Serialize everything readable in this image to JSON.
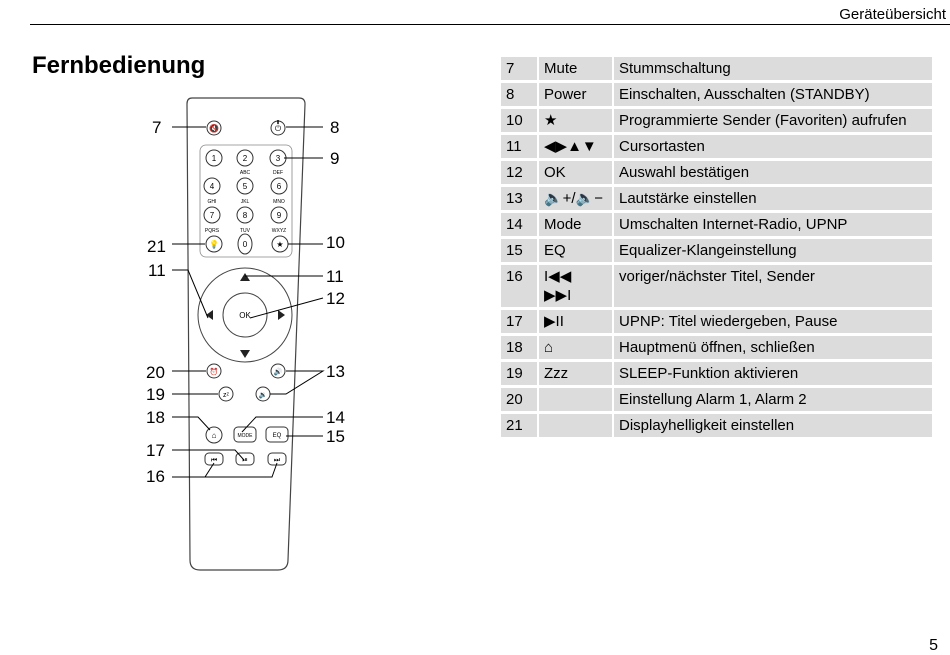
{
  "header": {
    "title": "Geräteübersicht"
  },
  "section": {
    "title": "Fernbedienung"
  },
  "page": {
    "number": "5"
  },
  "callouts": [
    "7",
    "8",
    "9",
    "21",
    "10",
    "11",
    "11",
    "12",
    "20",
    "13",
    "19",
    "18",
    "14",
    "17",
    "15",
    "16"
  ],
  "remote_labels": {
    "n1": "1",
    "n2": "2",
    "n3": "3",
    "n4": "4",
    "n5": "5",
    "n6": "6",
    "n7": "7",
    "n8": "8",
    "n9": "9",
    "n0": "0",
    "abc": "ABC",
    "def": "DEF",
    "ghi": "GHI",
    "jkl": "JKL",
    "mno": "MNO",
    "pqrs": "PQRS",
    "tuv": "TUV",
    "wxyz": "WXYZ",
    "ok": "OK",
    "mode": "MODE",
    "eq": "EQ"
  },
  "legend": [
    {
      "num": "7",
      "key": [
        "Mute"
      ],
      "desc": "Stummschaltung"
    },
    {
      "num": "8",
      "key": [
        "Power"
      ],
      "desc": "Einschalten, Ausschalten (STANDBY)"
    },
    {
      "num": "10",
      "key": [
        "★"
      ],
      "desc": "Programmierte Sender (Favoriten) aufrufen"
    },
    {
      "num": "11",
      "key": [
        "◀▶▲▼"
      ],
      "desc": "Cursortasten"
    },
    {
      "num": "12",
      "key": [
        "OK"
      ],
      "desc": "Auswahl bestätigen"
    },
    {
      "num": "13",
      "key": [
        "🔈+/🔈−"
      ],
      "desc": "Lautstärke einstellen"
    },
    {
      "num": "14",
      "key": [
        "Mode"
      ],
      "desc": "Umschalten Internet-Radio, UPNP"
    },
    {
      "num": "15",
      "key": [
        "EQ"
      ],
      "desc": "Equalizer-Klangeinstellung"
    },
    {
      "num": "16",
      "key": [
        "I◀◀",
        "▶▶I"
      ],
      "desc": "voriger/nächster Titel, Sender"
    },
    {
      "num": "17",
      "key": [
        "▶II"
      ],
      "desc": "UPNP: Titel wiedergeben, Pause"
    },
    {
      "num": "18",
      "key": [
        "⌂"
      ],
      "desc": "Hauptmenü öffnen, schließen"
    },
    {
      "num": "19",
      "key": [
        "Zzz"
      ],
      "desc": "SLEEP-Funktion aktivieren"
    },
    {
      "num": "20",
      "key": [
        ""
      ],
      "desc": "Einstellung Alarm 1, Alarm 2"
    },
    {
      "num": "21",
      "key": [
        ""
      ],
      "desc": "Displayhelligkeit einstellen"
    }
  ]
}
